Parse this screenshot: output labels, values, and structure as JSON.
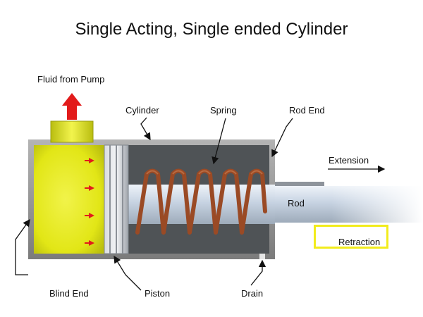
{
  "title": "Single Acting, Single ended Cylinder",
  "labels": {
    "fluid_from_pump": "Fluid from Pump",
    "cylinder": "Cylinder",
    "spring": "Spring",
    "rod_end": "Rod End",
    "extension": "Extension",
    "rod": "Rod",
    "retraction": "Retraction",
    "blind_end": "Blind End",
    "piston": "Piston",
    "drain": "Drain"
  },
  "colors": {
    "fluid": "#e8ec1a",
    "flow_arrow": "#e21b1b",
    "spring": "#9a4a25",
    "cylinder_wall": "#8f8f8f",
    "cylinder_interior": "#4f5356",
    "rod": "#c9d6e6",
    "highlight_box": "#f2ec1c"
  }
}
